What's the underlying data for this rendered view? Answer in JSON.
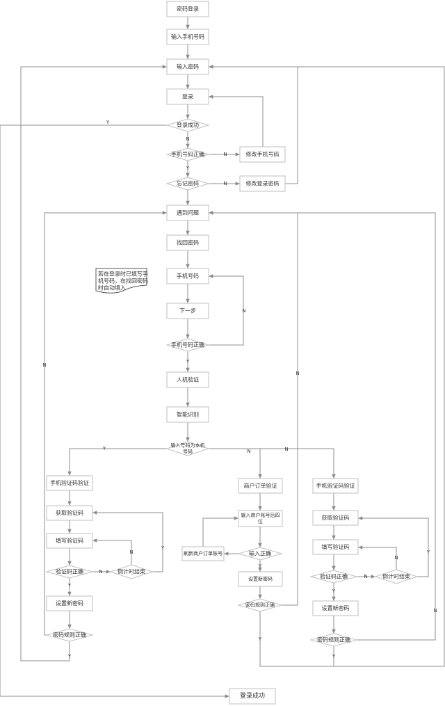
{
  "nodes": {
    "login_pw": "密码登录",
    "enter_phone": "输入手机号码",
    "enter_pw": "输入密码",
    "login": "登录",
    "login_ok": "登录成功",
    "phone_ok": "手机号码正确",
    "mod_phone": "修改手机号码",
    "forgot": "忘记密码",
    "mod_pw": "修改登录密码",
    "problem": "遇到问题",
    "recover": "找回密码",
    "phone_no": "手机号码",
    "next": "下一步",
    "phone_ok2": "手机号码正确",
    "human": "人机验证",
    "smart": "智能识别",
    "is_own": [
      "输入号码为本机",
      "号码"
    ],
    "sms_a": "手机验证码验证",
    "get_code_a": "获取验证码",
    "fill_code_a": "填写验证码",
    "code_ok_a": "验证码正确",
    "countdown_a": "倒计时结束",
    "set_pw_a": "设置新密码",
    "rule_a": "密码规则正确",
    "merchant": "商户订单验证",
    "enter_order": [
      "输入商户账号后四",
      "位"
    ],
    "refresh_order": "刷新商户订单账号",
    "input_ok": "输入正确",
    "set_pw_b": "设置新密码",
    "rule_b": "密码规则正确",
    "sms_c": "手机验证码验证",
    "get_code_c": "获取验证码",
    "fill_code_c": "填写验证码",
    "code_ok_c": "验证码正确",
    "countdown_c": "倒计时结束",
    "set_pw_c": "设置新密码",
    "rule_c": "密码规则正确",
    "final_ok": "登录成功"
  },
  "note": [
    "若在登录时已填写手",
    "机号码，在找回密码",
    "时自动填入"
  ],
  "edge_labels": {
    "yes": "Y",
    "no": "N"
  },
  "colors": {
    "border": "#bfbfbf",
    "line": "#8c8c8c",
    "text": "#333333"
  }
}
